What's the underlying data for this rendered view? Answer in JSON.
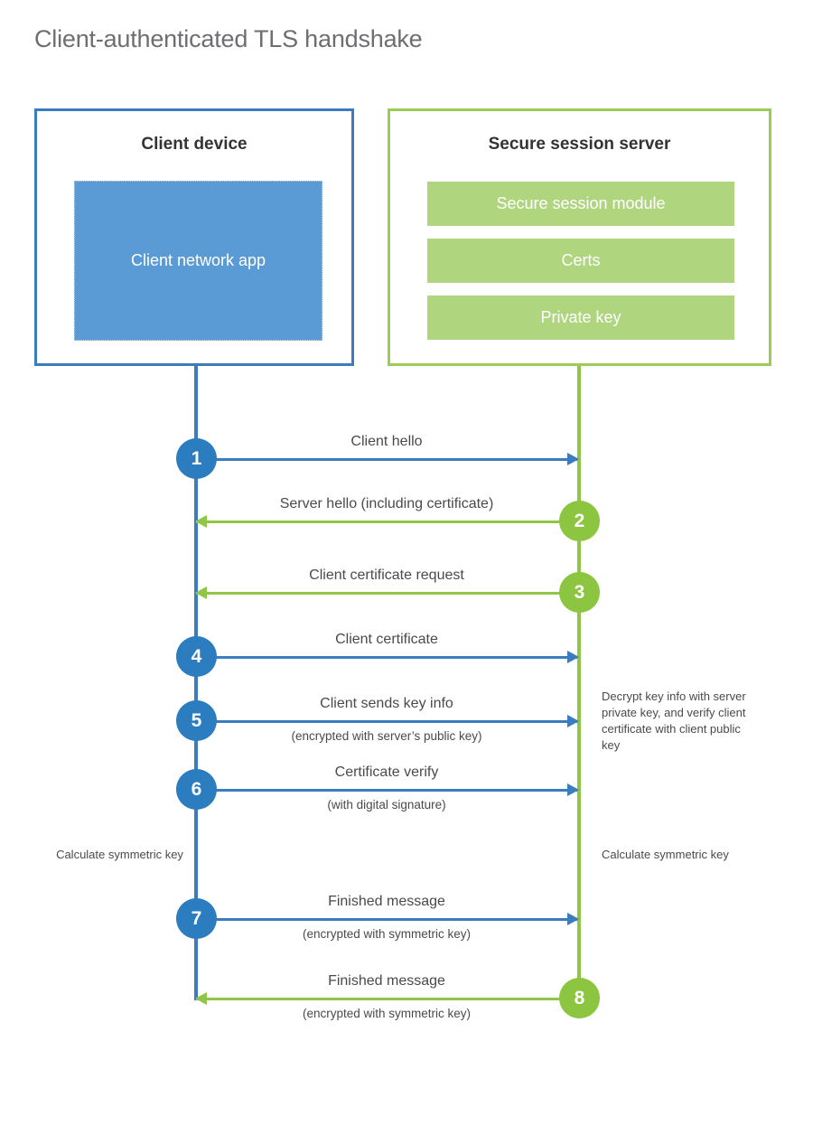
{
  "title": "Client-authenticated TLS handshake",
  "colors": {
    "client_accent": "#3a7cbe",
    "client_circle": "#2c7cc0",
    "client_app_fill": "#5b9bd5",
    "server_accent": "#8fc646",
    "server_border": "#9acd54",
    "server_circle": "#8cc540",
    "server_bar_fill": "#b0d57f",
    "title_text": "#6d6e71",
    "body_text": "#4a4a4a",
    "heading_text": "#333333",
    "background": "#ffffff"
  },
  "client": {
    "title": "Client device",
    "app_label": "Client network app"
  },
  "server": {
    "title": "Secure session server",
    "components": [
      "Secure session module",
      "Certs",
      "Private key"
    ]
  },
  "messages": [
    {
      "number": "1",
      "label": "Client hello",
      "sublabel": "",
      "direction": "client-to-server",
      "origin": "client"
    },
    {
      "number": "2",
      "label": "Server hello (including certificate)",
      "sublabel": "",
      "direction": "server-to-client",
      "origin": "server"
    },
    {
      "number": "3",
      "label": "Client certificate request",
      "sublabel": "",
      "direction": "server-to-client",
      "origin": "server"
    },
    {
      "number": "4",
      "label": "Client certificate",
      "sublabel": "",
      "direction": "client-to-server",
      "origin": "client"
    },
    {
      "number": "5",
      "label": "Client sends key info",
      "sublabel": "(encrypted with server’s public key)",
      "direction": "client-to-server",
      "origin": "client"
    },
    {
      "number": "6",
      "label": "Certificate verify",
      "sublabel": "(with digital signature)",
      "direction": "client-to-server",
      "origin": "client"
    },
    {
      "number": "7",
      "label": "Finished message",
      "sublabel": "(encrypted with symmetric key)",
      "direction": "client-to-server",
      "origin": "client"
    },
    {
      "number": "8",
      "label": "Finished message",
      "sublabel": "(encrypted with symmetric key)",
      "direction": "server-to-client",
      "origin": "server"
    }
  ],
  "annotations": {
    "server_decrypt": "Decrypt key info with server private key, and verify client certificate with client public key",
    "client_calculate": "Calculate symmetric key",
    "server_calculate": "Calculate symmetric key"
  }
}
